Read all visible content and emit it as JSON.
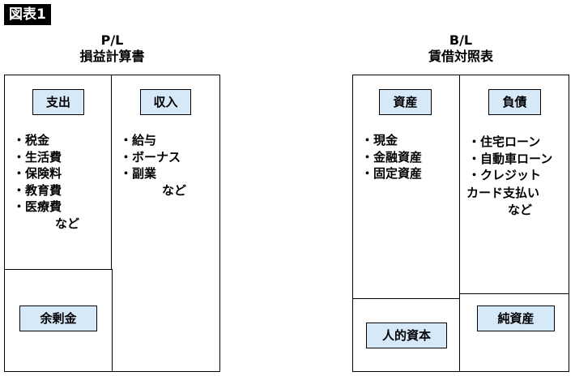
{
  "figure_tag": "図表1",
  "pl": {
    "title": "P/L",
    "subtitle": "損益計算書",
    "expenses": {
      "label": "支出",
      "items": [
        "・税金",
        "・生活費",
        "・保険料",
        "・教育費",
        "・医療費"
      ],
      "etc": "など"
    },
    "income": {
      "label": "収入",
      "items": [
        "・給与",
        "・ボーナス",
        "・副業"
      ],
      "etc": "など"
    },
    "surplus": {
      "label": "余剰金"
    }
  },
  "bs": {
    "title": "B/L",
    "subtitle": "賃借対照表",
    "assets": {
      "label": "資産",
      "items": [
        "・現金",
        "・金融資産",
        "・固定資産"
      ]
    },
    "liabilities": {
      "label": "負債",
      "items": [
        "・住宅ローン",
        "・自動車ローン",
        "・クレジット"
      ],
      "continuation": "カード支払い",
      "etc": "など"
    },
    "human_capital": {
      "label": "人的資本"
    },
    "net_assets": {
      "label": "純資産"
    }
  },
  "colors": {
    "label_fill": "#d6e9f8",
    "tag_fill": "#000000"
  }
}
